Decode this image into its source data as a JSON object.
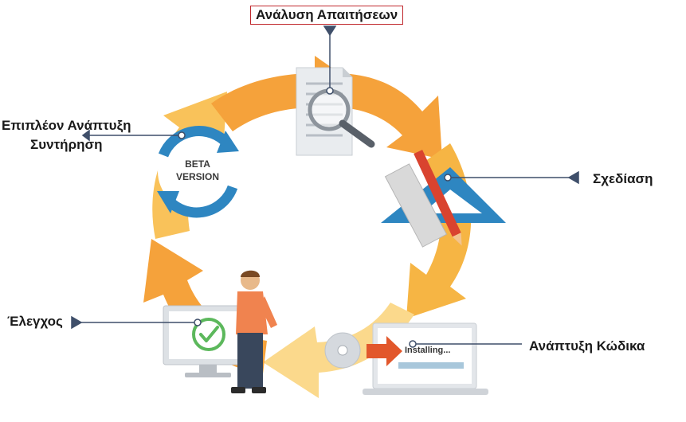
{
  "stages": {
    "requirements": {
      "label": "Ανάλυση Απαιτήσεων"
    },
    "design": {
      "label": "Σχεδίαση"
    },
    "coding": {
      "label": "Ανάπτυξη Κώδικα"
    },
    "testing": {
      "label": "Έλεγχος"
    },
    "maintenance": {
      "label_line1": "Επιπλέον Ανάπτυξη",
      "label_line2": "Συντήρηση"
    }
  },
  "icons": {
    "beta_badge": {
      "line1": "BETA",
      "line2": "VERSION"
    },
    "installer": {
      "text": "Installing..."
    }
  },
  "colors": {
    "cycle_orange": "#f5a23b",
    "cycle_light": "#f9c25a",
    "cycle_pale": "#fbd98c",
    "connector": "#3f4f6a",
    "badge_blue": "#2e86c1",
    "check_green": "#5cb85c",
    "install_arrow": "#e2572b"
  }
}
